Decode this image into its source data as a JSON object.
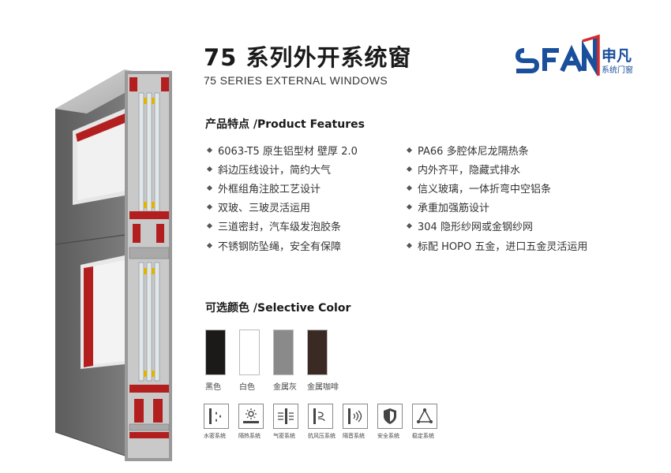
{
  "header": {
    "title": "75 系列外开系统窗",
    "subtitle": "75 SERIES EXTERNAL WINDOWS"
  },
  "logo": {
    "mark": "SFAN",
    "cn_name": "申凡",
    "cn_sub": "系统门窗",
    "colors": {
      "blue": "#1a4f9c",
      "red": "#d62b2b"
    }
  },
  "features": {
    "heading": "产品特点 /Product Features",
    "left": [
      "6063-T5 原生铝型材 壁厚 2.0",
      "斜边压线设计，简约大气",
      "外框组角注胶工艺设计",
      "双玻、三玻灵活运用",
      "三道密封，汽车级发泡胶条",
      "不锈钢防坠绳，安全有保障"
    ],
    "right": [
      "PA66 多腔体尼龙隔热条",
      "内外齐平，隐藏式排水",
      "信义玻璃，一体折弯中空铝条",
      "承重加强筋设计",
      "304 隐形纱网或金钢纱网",
      "标配 HOPO 五金，进口五金灵活运用"
    ]
  },
  "colors": {
    "heading": "可选颜色 /Selective Color",
    "swatches": [
      {
        "label": "黑色",
        "hex": "#1c1a19"
      },
      {
        "label": "白色",
        "hex": "#ffffff"
      },
      {
        "label": "金属灰",
        "hex": "#8a8a8a"
      },
      {
        "label": "金属咖啡",
        "hex": "#3b2a24"
      }
    ]
  },
  "systems": [
    {
      "label": "水密系统",
      "icon": "water-drop-icon"
    },
    {
      "label": "隔热系统",
      "icon": "sun-heat-icon"
    },
    {
      "label": "气密系统",
      "icon": "air-wind-icon"
    },
    {
      "label": "抗风压系统",
      "icon": "wind-pressure-icon"
    },
    {
      "label": "隔音系统",
      "icon": "sound-wave-icon"
    },
    {
      "label": "安全系统",
      "icon": "shield-icon"
    },
    {
      "label": "稳定系统",
      "icon": "triangle-stability-icon"
    }
  ]
}
